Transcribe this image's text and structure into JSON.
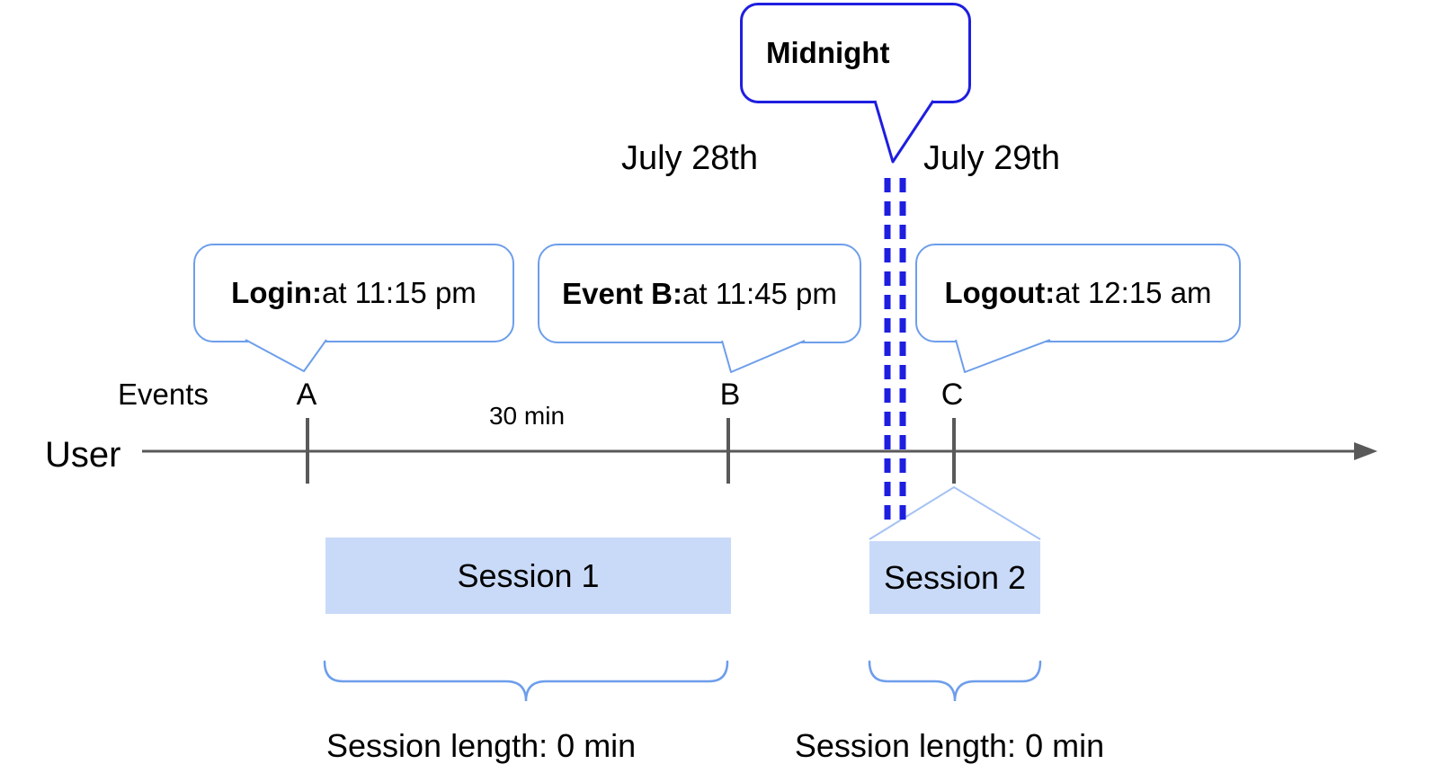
{
  "diagram": {
    "title_hint": "user session timeline",
    "axis": {
      "events_row_label": "Events",
      "user_row_label": "User",
      "interval_label": "30 min"
    },
    "dates": {
      "left": "July 28th",
      "right": "July 29th"
    },
    "midnight_callout": {
      "text": "Midnight"
    },
    "events": [
      {
        "id": "A",
        "callout_label": "Login:",
        "callout_text": " at 11:15 pm"
      },
      {
        "id": "B",
        "callout_label": "Event B:",
        "callout_text": " at 11:45 pm"
      },
      {
        "id": "C",
        "callout_label": "Logout:",
        "callout_text": " at 12:15 am"
      }
    ],
    "sessions": [
      {
        "name": "Session 1",
        "length_label": "Session length: 0 min"
      },
      {
        "name": "Session 2",
        "length_label": "Session length: 0 min"
      }
    ],
    "colors": {
      "callout_border": "#6d9eeb",
      "midnight_border": "#1e1ee0",
      "midnight_dash": "#1e1ee0",
      "session_fill": "#c9daf8",
      "session_roof": "#a4c2f4",
      "axis_gray": "#595959",
      "brace_blue": "#6d9eeb",
      "text": "#000000",
      "background": "#ffffff"
    }
  }
}
